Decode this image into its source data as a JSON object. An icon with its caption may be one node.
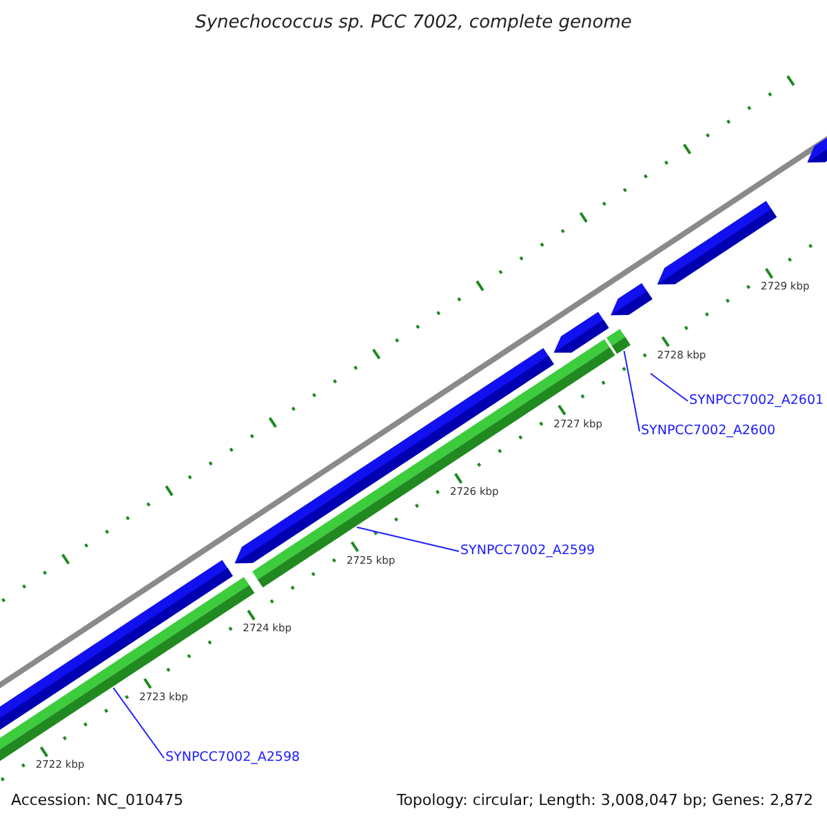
{
  "diagram": {
    "title": "Synechococcus sp. PCC 7002, complete genome",
    "nodes": [
      {
        "text": [
          "SYNPCC7002_A2598"
        ]
      },
      {
        "text": [
          "SYNPCC7002_A2599"
        ]
      },
      {
        "text": [
          "SYNPCC7002_A2600"
        ]
      },
      {
        "text": [
          "SYNPCC7002_A2601"
        ]
      },
      {
        "text": [],
        "shape": "bar"
      },
      {
        "text": [],
        "shape": "bar"
      },
      {
        "text": [],
        "shape": "bar"
      }
    ],
    "edges": [
      {
        "from": 0,
        "to": 4,
        "arrow": "none"
      },
      {
        "from": 1,
        "to": 5,
        "arrow": "none"
      },
      {
        "from": 2,
        "to": 6,
        "arrow": "none"
      },
      {
        "from": 3,
        "to": null,
        "arrow": "none"
      }
    ],
    "labels": [
      "2729 kbp",
      "2728 kbp",
      "2727 kbp",
      "2726 kbp",
      "2725 kbp",
      "2724 kbp",
      "2723 kbp",
      "2722 kbp",
      "Accession: NC_010475",
      "Topology: circular; Length: 3,008,047 bp; Genes: 2,872"
    ]
  }
}
